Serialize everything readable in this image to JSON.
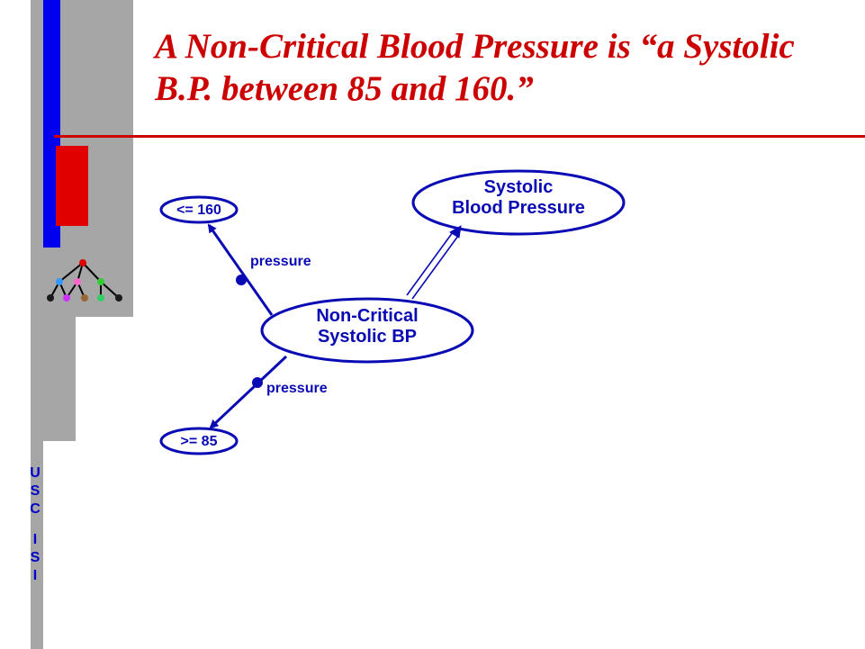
{
  "slide": {
    "title": "A Non-Critical Blood Pressure is “a Systolic B.P. between 85 and 160.”",
    "watermark": [
      "U",
      "S",
      "C",
      "I",
      "S",
      "I"
    ]
  },
  "diagram": {
    "nodes": {
      "upper_value": "<= 160",
      "lower_value": ">= 85",
      "parent_line1": "Systolic",
      "parent_line2": "Blood Pressure",
      "main_line1": "Non-Critical",
      "main_line2": "Systolic BP"
    },
    "edges": {
      "upper": "pressure",
      "lower": "pressure"
    }
  },
  "colors": {
    "title": "#cc0000",
    "diagram": "#0a0ab4",
    "accent_blue": "#0000ee",
    "accent_red": "#e00000",
    "side_gray": "#a6a6a6"
  }
}
